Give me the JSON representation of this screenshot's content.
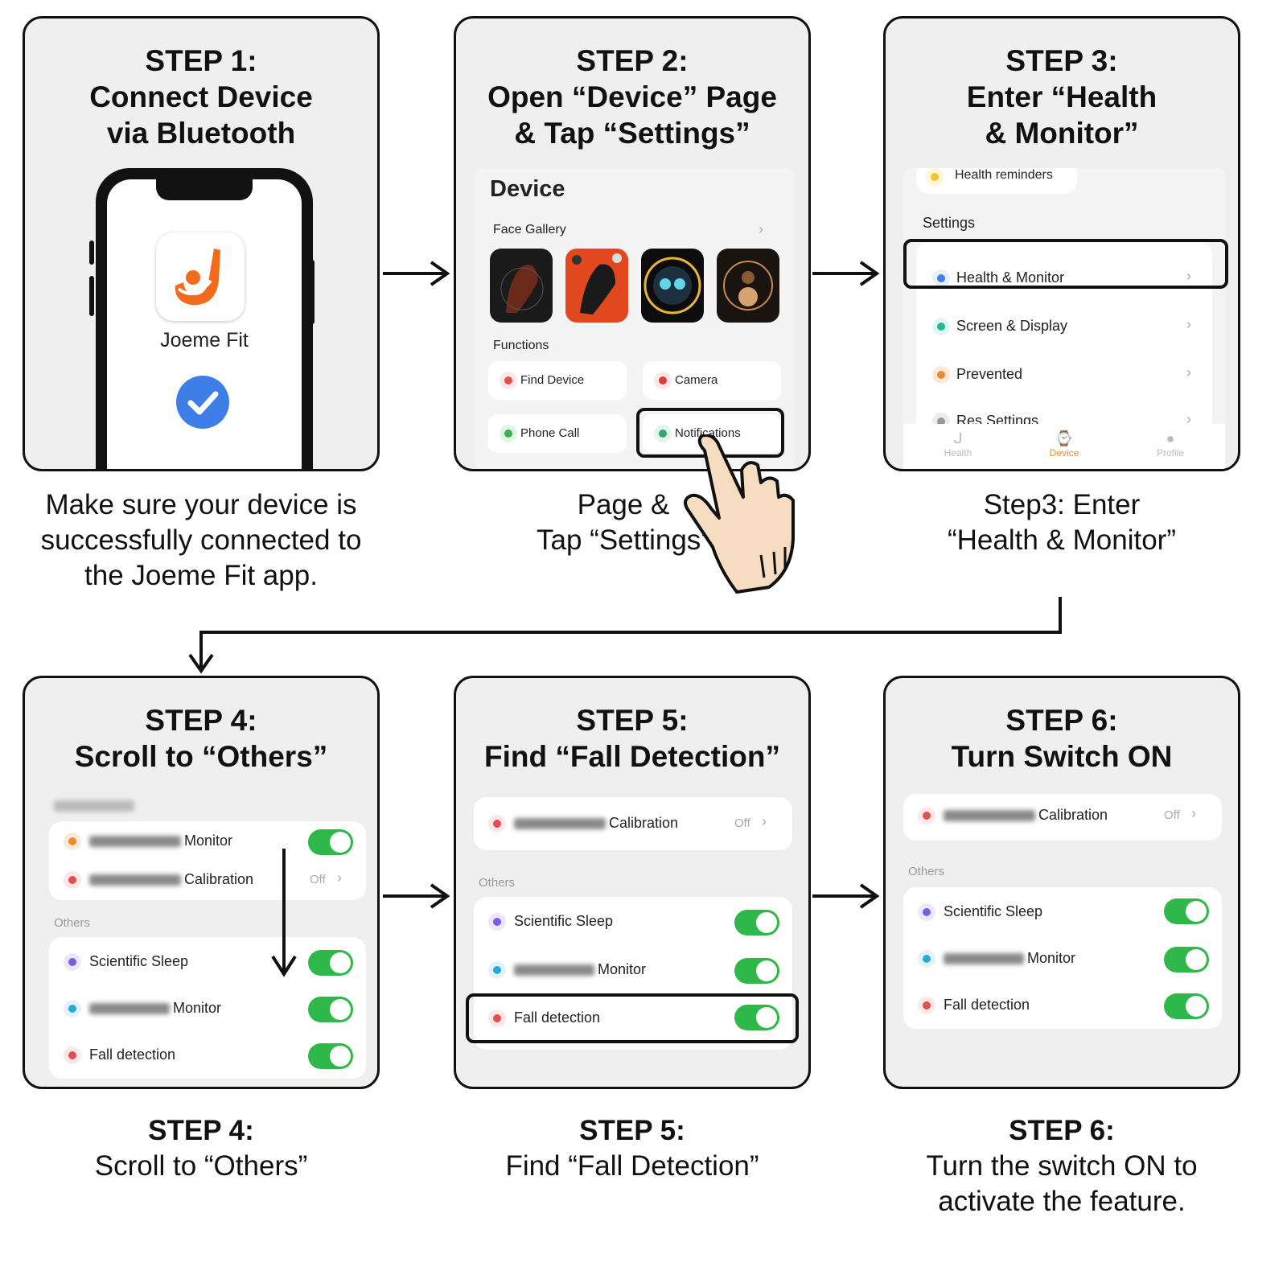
{
  "steps": {
    "s1": {
      "title": [
        "STEP 1:",
        "Connect Device",
        "via Bluetooth"
      ],
      "app_name": "Joeme Fit",
      "caption": [
        "Make sure your device is",
        "successfully connected to",
        "the Joeme Fit app."
      ]
    },
    "s2": {
      "title": [
        "STEP 2:",
        "Open “Device” Page",
        "& Tap “Settings”"
      ],
      "page_heading": "Device",
      "face_gallery": "Face Gallery",
      "functions": "Functions",
      "find_device": "Find Device",
      "camera": "Camera",
      "phone_call": "Phone Call",
      "notifications": "Notifications",
      "caption": [
        "Page &",
        "Tap “Settings”"
      ]
    },
    "s3": {
      "title": [
        "STEP 3:",
        "Enter “Health",
        "& Monitor”"
      ],
      "health_reminders": "Health reminders",
      "settings": "Settings",
      "health_monitor": "Health & Monitor",
      "screen_display": "Screen & Display",
      "prevented": "Prevented",
      "res_settings": "Res Settings",
      "tabs": [
        "Health",
        "Device",
        "Profile"
      ],
      "caption": [
        "Step3: Enter",
        "“Health & Monitor”"
      ]
    },
    "s4": {
      "title": [
        "STEP 4:",
        "Scroll to “Others”"
      ],
      "monitor": "Monitor",
      "calibration": "Calibration",
      "off": "Off",
      "others": "Others",
      "scientific_sleep": "Scientific Sleep",
      "fall_detection": "Fall detection",
      "caption_head": "STEP 4:",
      "caption": "Scroll to “Others”"
    },
    "s5": {
      "title": [
        "STEP 5:",
        "Find “Fall Detection”"
      ],
      "calibration": "Calibration",
      "off": "Off",
      "others": "Others",
      "scientific_sleep": "Scientific Sleep",
      "monitor": "Monitor",
      "fall_detection": "Fall detection",
      "caption_head": "STEP 5:",
      "caption": "Find “Fall Detection”"
    },
    "s6": {
      "title": [
        "STEP 6:",
        "Turn Switch ON"
      ],
      "calibration": "Calibration",
      "off": "Off",
      "others": "Others",
      "scientific_sleep": "Scientific Sleep",
      "monitor": "Monitor",
      "fall_detection": "Fall detection",
      "caption_head": "STEP 6:",
      "caption": [
        "Turn the switch ON to",
        "activate the feature."
      ]
    }
  },
  "colors": {
    "toggle_on": "#2fb84a",
    "app_orange": "#f26a1b",
    "check_blue": "#3f7ee8",
    "device_tab": "#f08a2a"
  },
  "icons": [
    "joeme-fit-logo-icon",
    "check-circle-icon",
    "hand-pointer-icon",
    "chevron-right-icon",
    "arrow-right-icon",
    "arrow-down-icon"
  ]
}
